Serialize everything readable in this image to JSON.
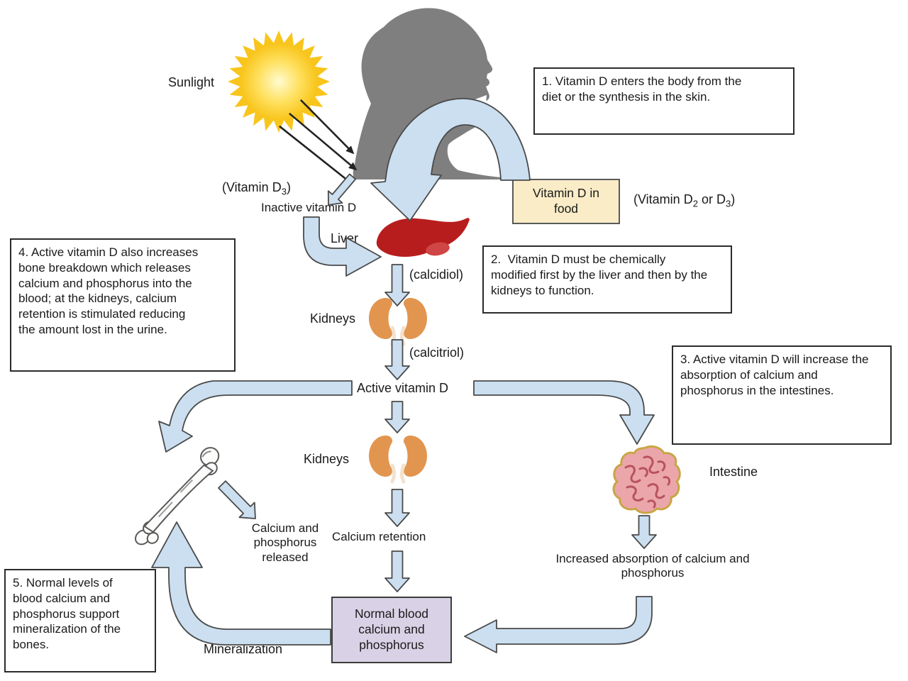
{
  "labels": {
    "sunlight": "Sunlight",
    "vitamin_d3": {
      "pre": "(Vitamin D",
      "sub": "3",
      "post": ")"
    },
    "inactive_vitamin_d": "Inactive vitamin D",
    "food_box": "Vitamin D in food",
    "vitamin_d2_d3": {
      "pre": "(Vitamin D",
      "sub1": "2",
      "mid": " or D",
      "sub2": "3",
      "post": ")"
    },
    "liver": "Liver",
    "calcidiol": "(calcidiol)",
    "kidneys_upper": "Kidneys",
    "calcitriol": "(calcitriol)",
    "active_vitamin_d": "Active vitamin D",
    "kidneys_lower": "Kidneys",
    "intestine": "Intestine",
    "calcium_phosphorus_released": "Calcium and phosphorus released",
    "calcium_retention": "Calcium retention",
    "increased_absorption": "Increased absorption of calcium and phosphorus",
    "normal_blood": "Normal blood calcium and phosphorus",
    "mineralization": "Mineralization"
  },
  "callouts": {
    "box1": "1. Vitamin D enters the body from the diet or the synthesis in the skin.",
    "box2": "2.  Vitamin D must be chemically modified first by the liver and then by the kidneys to function.",
    "box3": "3. Active vitamin D will increase the absorption of calcium and phosphorus in the intestines.",
    "box4": "4. Active vitamin D also increases bone breakdown which releases calcium and phosphorus into the blood; at the kidneys, calcium retention is stimulated reducing the amount lost in the urine.",
    "box5": "5. Normal levels of blood calcium and phosphorus support mineralization of the bones."
  },
  "colors": {
    "text": "#1a1a1a",
    "box_border": "#2b2b2b",
    "arrow_fill": "#cbdff0",
    "arrow_stroke": "#4a4a4a",
    "ray": "#222222",
    "head_gray": "#7f7f7f",
    "liver_red": "#b81d1d",
    "liver_accent": "#d04545",
    "kidney_orange": "#e2954f",
    "kidney_hilum": "#f2e2cd",
    "intestine_pink": "#eba6ac",
    "intestine_line": "#b8535e",
    "intestine_outline": "#c9a545",
    "bone_outline": "#5a5a5a",
    "bone_fill": "#fcfcfa",
    "sun_core": "#fffbd0",
    "sun_mid": "#ffe05e",
    "sun_edge": "#f8c51c",
    "food_box_bg": "#f9ecc6",
    "purple_box_bg": "#d9d2e6"
  }
}
